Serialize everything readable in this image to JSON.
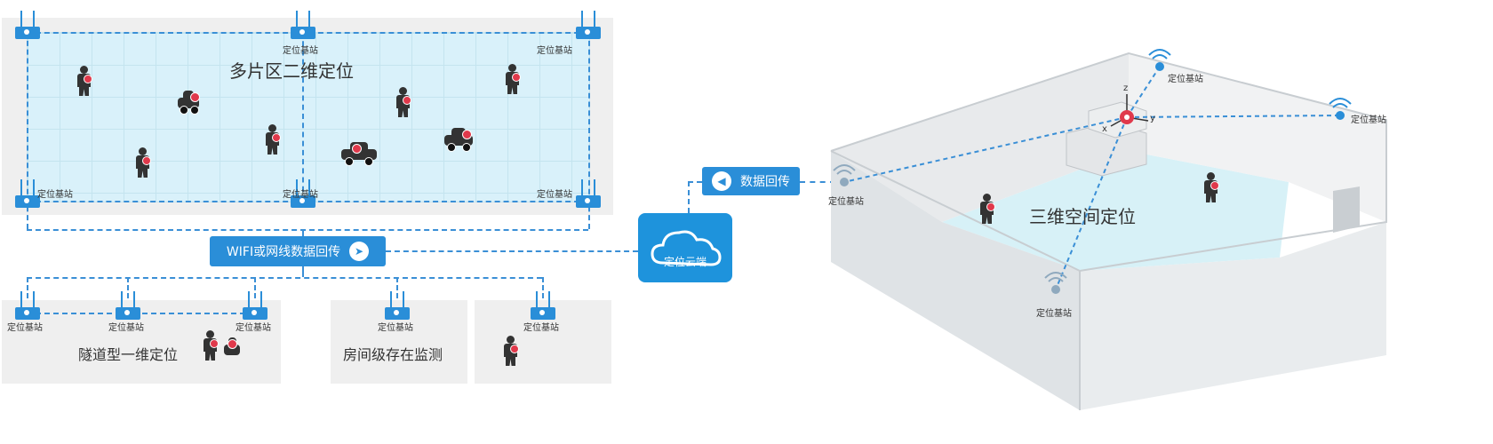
{
  "left_diagram": {
    "zone_2d_title": "多片区二维定位",
    "station_label": "定位基站",
    "wifi_button_label": "WIFI或网线数据回传",
    "tunnel_title": "隧道型一维定位",
    "room_title": "房间级存在监测"
  },
  "center": {
    "return_button_label": "数据回传",
    "cloud_label": "定位云端"
  },
  "right_diagram": {
    "zone_3d_title": "三维空间定位",
    "station_label": "定位基站",
    "axis_x": "x",
    "axis_y": "y",
    "axis_z": "z"
  },
  "colors": {
    "accent": "#2a8ed8",
    "tag": "#e0394b",
    "zone": "#d9f1fa"
  },
  "icons": {
    "arrow_right": "➤",
    "arrow_left": "◀"
  }
}
